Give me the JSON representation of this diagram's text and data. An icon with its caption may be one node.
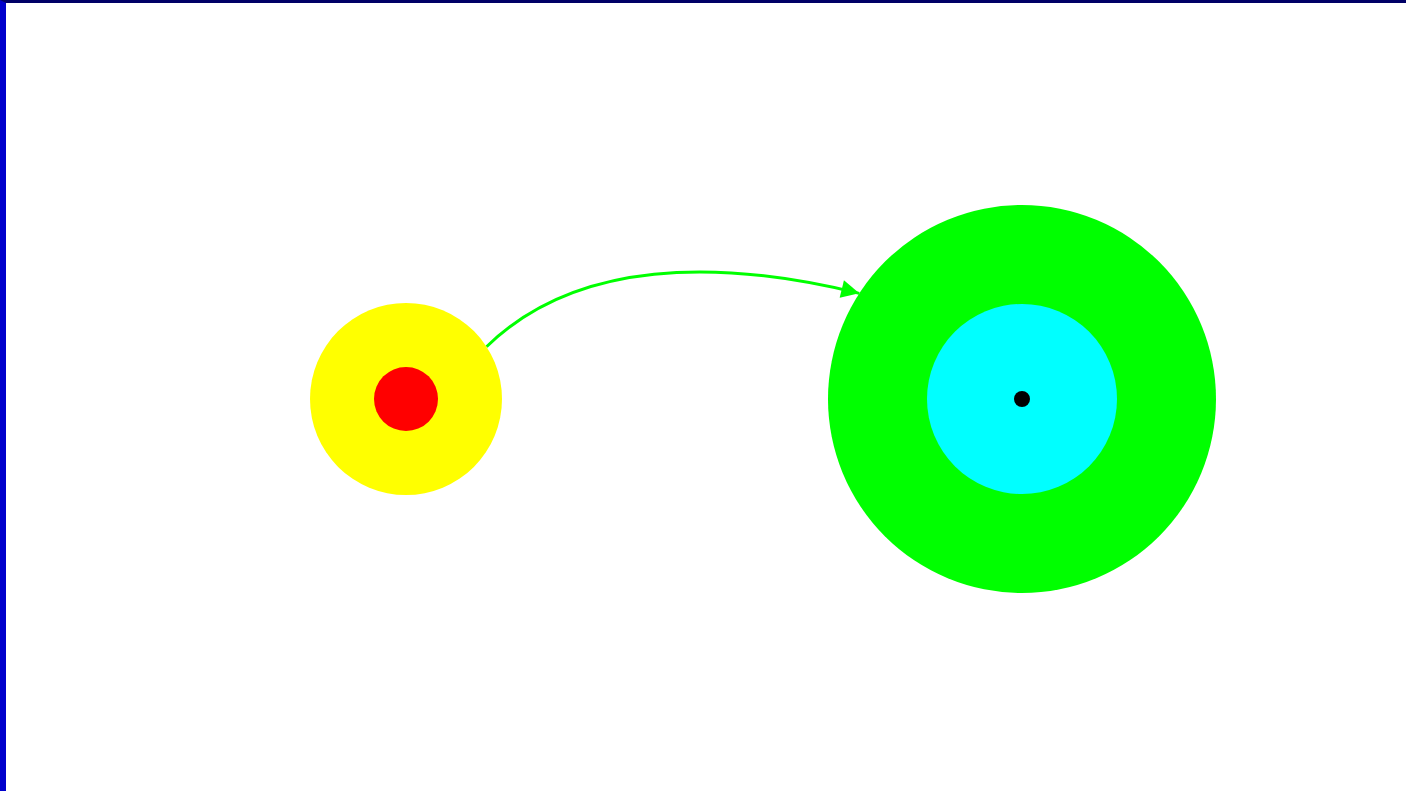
{
  "diagram": {
    "nodes": [
      {
        "text": [],
        "shape": "circle"
      },
      {
        "text": [],
        "shape": "circle",
        "in": 0
      },
      {
        "text": [],
        "shape": "circle"
      },
      {
        "text": [],
        "shape": "circle",
        "in": 2
      },
      {
        "text": [],
        "shape": "circle",
        "in": 3
      }
    ],
    "edges": [
      {
        "from": 0,
        "to": 2,
        "arrow": "to",
        "color": "#00ff00"
      }
    ]
  }
}
